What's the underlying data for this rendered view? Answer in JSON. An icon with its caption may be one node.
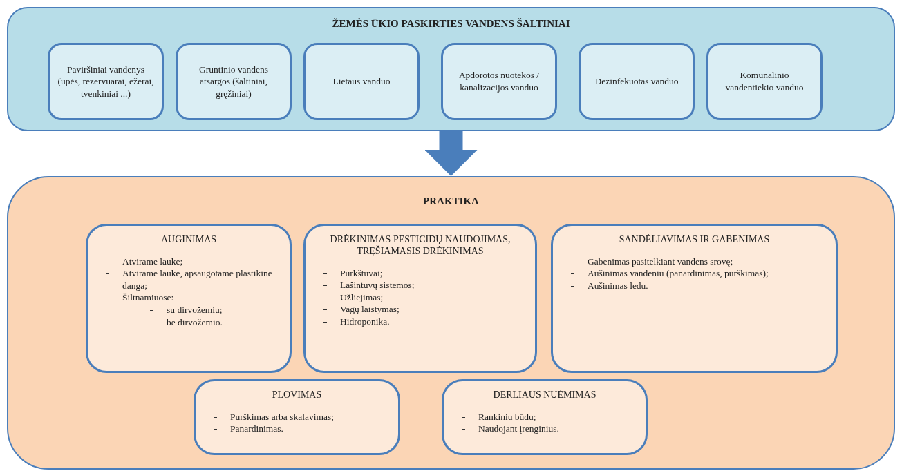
{
  "diagram": {
    "nodes": [
      {
        "text": [
          "ŽEMĖS ŪKIO PASKIRTIES VANDENS ŠALTINIAI"
        ]
      },
      {
        "text": [
          "Paviršiniai vandenys (upės, rezervuarai, ežerai, tvenkiniai ...)"
        ],
        "in": 0
      },
      {
        "text": [
          "Gruntinio vandens atsargos (šaltiniai, gręžiniai)"
        ],
        "in": 0
      },
      {
        "text": [
          "Lietaus vanduo"
        ],
        "in": 0
      },
      {
        "text": [
          "Apdorotos nuotekos / kanalizacijos vanduo"
        ],
        "in": 0
      },
      {
        "text": [
          "Dezinfekuotas vanduo"
        ],
        "in": 0
      },
      {
        "text": [
          "Komunalinio vandentiekio vanduo"
        ],
        "in": 0
      },
      {
        "text": [
          "PRAKTIKA"
        ]
      },
      {
        "text": [
          "AUGINIMAS",
          "Atvirame lauke;",
          "Atvirame lauke, apsaugotame plastikine danga;",
          "Šiltnamiuose:",
          "su dirvožemiu;",
          "be dirvožemio."
        ],
        "in": 7
      },
      {
        "text": [
          "DRĖKINIMAS PESTICIDŲ NAUDOJIMAS, TRĘŠIAMASIS DRĖKINIMAS",
          "Purkštuvai;",
          "Lašintuvų sistemos;",
          "Užliejimas;",
          "Vagų laistymas;",
          "Hidroponika."
        ],
        "in": 7
      },
      {
        "text": [
          "SANDĖLIAVIMAS IR GABENIMAS",
          "Gabenimas pasitelkiant vandens srovę;",
          "Aušinimas vandeniu (panardinimas, purškimas);",
          "Aušinimas ledu."
        ],
        "in": 7
      },
      {
        "text": [
          "PLOVIMAS",
          "Purškimas arba skalavimas;",
          "Panardinimas."
        ],
        "in": 7
      },
      {
        "text": [
          "DERLIAUS NUĖMIMAS",
          "Rankiniu būdu;",
          "Naudojant įrenginius."
        ],
        "in": 7
      }
    ],
    "edges": [
      {
        "from": 0,
        "to": 7,
        "arrow": "to"
      }
    ]
  }
}
